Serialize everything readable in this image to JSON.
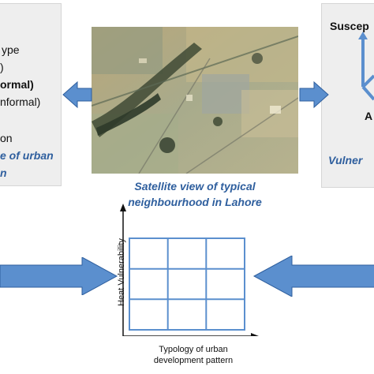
{
  "left_panel": {
    "lines": [
      "ype",
      ")",
      "ormal)",
      "nformal)",
      "on",
      "e of urban",
      "n"
    ]
  },
  "right_panel": {
    "top_label": "Suscep",
    "bottom_label": "A",
    "caption": "Vulner"
  },
  "center": {
    "caption_line1": "Satellite view of typical",
    "caption_line2": "neighbourhood in Lahore"
  },
  "matrix": {
    "y_label": "Heat Vulnerability",
    "x_label_line1": "Typology of urban",
    "x_label_line2": "development pattern"
  },
  "colors": {
    "arrow_fill": "#5b8fce",
    "arrow_stroke": "#2f5f9e",
    "text_blue": "#2f5f9e",
    "grid_line": "#5b8fce",
    "panel_bg": "#eeeeee"
  }
}
